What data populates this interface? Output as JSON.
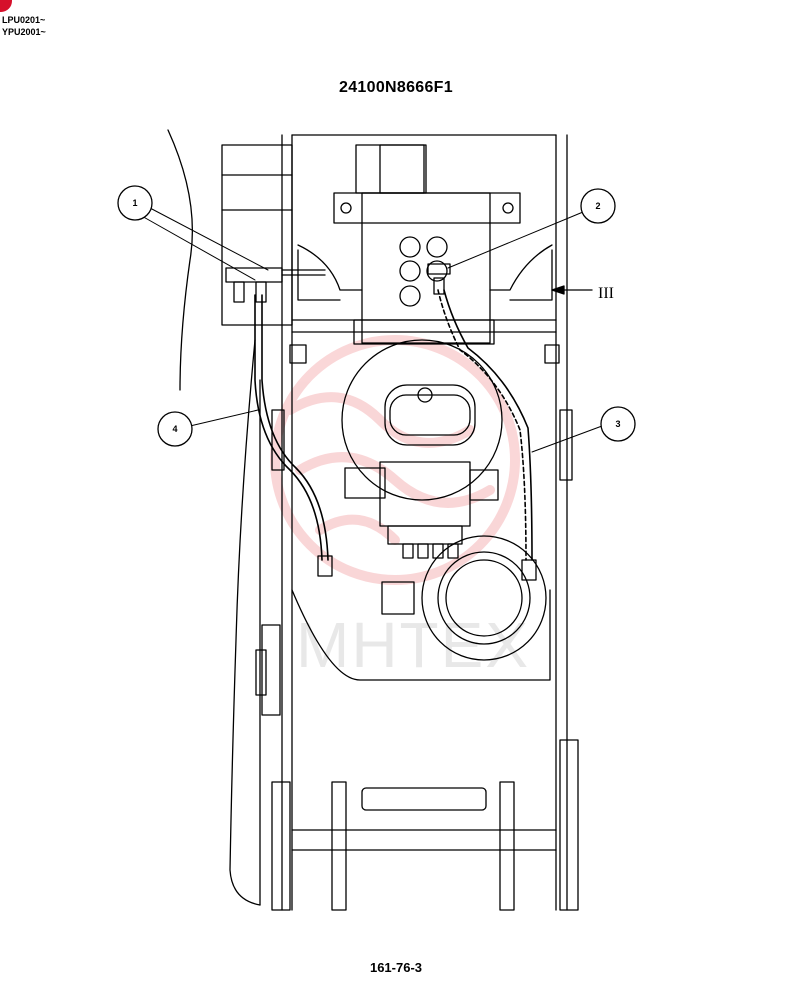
{
  "header": {
    "serial_ranges": [
      "LPU0201~",
      "YPU2001~"
    ]
  },
  "title": "24100N8666F1",
  "view_marker": "III",
  "callouts": [
    {
      "number": "1"
    },
    {
      "number": "2"
    },
    {
      "number": "3"
    },
    {
      "number": "4"
    }
  ],
  "watermark": {
    "text": "МНТЕХ",
    "color": "#e8474f"
  },
  "footer": {
    "page_number": "161-76-3"
  },
  "colors": {
    "accent": "#d6102b",
    "line": "#000000"
  }
}
